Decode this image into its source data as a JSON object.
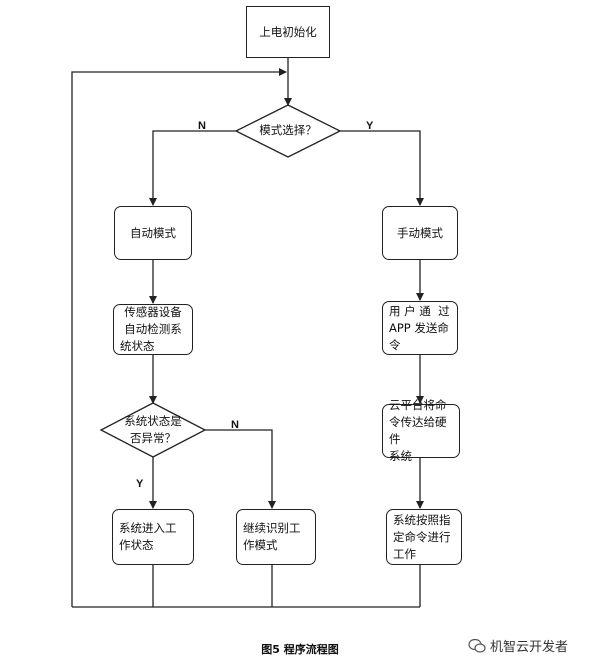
{
  "nodes": {
    "start": "上电初始化",
    "mode_select": "模式选择？",
    "auto_mode": "自动模式",
    "manual_mode": "手动模式",
    "sensor_detect": "传感器设备自动检测系统状态",
    "status_check": "系统状态是否异常？",
    "work_state": "系统进入工作状态",
    "continue_recog": "继续识别工作模式",
    "app_command": "用户通过APP发送命令",
    "cloud_forward": "云平台将命令传达给硬件系统",
    "exec_command": "系统按照指定命令进行工作"
  },
  "lines": {
    "sensor_detect": [
      "传感器设备",
      "自动检测系",
      "统状态"
    ],
    "status_check": [
      "系统状态是",
      "否异常？"
    ],
    "work_state": [
      "系统进入工",
      "作状态"
    ],
    "continue_recog": [
      "继续识别工",
      "作模式"
    ],
    "app_command": [
      "用 户 通  过",
      "APP 发送命",
      "令"
    ],
    "cloud_forward": [
      "云平台将命",
      "令传达给硬件",
      "系统"
    ],
    "exec_command": [
      "系统按照指",
      "定命令进行",
      "工作"
    ]
  },
  "edge_labels": {
    "mode_no": "N",
    "mode_yes": "Y",
    "status_no": "N",
    "status_yes": "Y"
  },
  "caption": "图5  程序流程图",
  "watermark": "机智云开发者"
}
